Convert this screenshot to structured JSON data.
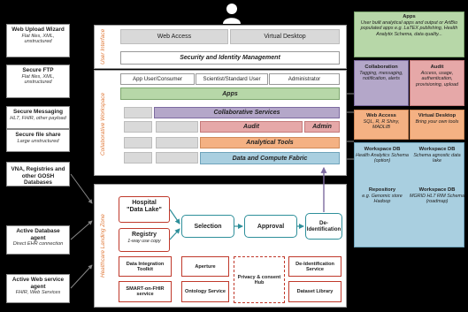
{
  "sources": [
    {
      "title": "Web Upload Wizard",
      "sub": [
        "Flat files, XML,",
        "unstructured"
      ]
    },
    {
      "title": "Secure FTP",
      "sub": [
        "Flat files, XML,",
        "unstructured"
      ]
    },
    {
      "title": "Secure Messaging",
      "sub": [
        "HL7, FHIR, other payload"
      ]
    },
    {
      "title": "Secure file share",
      "sub": [
        "Large unstructured"
      ]
    },
    {
      "title": "VNA, Registries and other GOSH Databases",
      "sub": []
    },
    {
      "title": "Active Database agent",
      "sub": [
        "Direct EHR connection"
      ]
    },
    {
      "title": "Active Web service agent",
      "sub": [
        "FHIR, Web Services"
      ]
    }
  ],
  "zones": {
    "user_interface": "User Interface",
    "collaborative_workspace": "Collaborative Workspace",
    "landing_zone": "Healthcare Landing Zone"
  },
  "ui": {
    "web_access": "Web Access",
    "virtual_desktop": "Virtual Desktop",
    "security": "Security and Identity Management"
  },
  "workspace": {
    "roles": [
      "App User/Consumer",
      "Scientist/Standard User",
      "Administrator"
    ],
    "apps": "Apps",
    "collab": "Collaborative Services",
    "audit": "Audit",
    "admin": "Admin",
    "analytical": "Analytical Tools",
    "fabric": "Data and Compute Fabric"
  },
  "landing": {
    "hospital_title": "Hospital",
    "hospital_sub": "\"Data Lake\"",
    "registry_title": "Registry",
    "registry_sub": "1-way use copy",
    "selection": "Selection",
    "approval": "Approval",
    "deid": "De-Identification",
    "services": [
      "Data Integration Toolkit",
      "Aperture",
      "Privacy & consent Hub",
      "De-Identification Service",
      "SMART-on-FHIR service",
      "Ontology Service",
      "Dataset Library"
    ]
  },
  "right": {
    "apps": {
      "title": "Apps",
      "desc": "User built analytical apps and output or ArtBio populated apps e.g. LaTEX publishing, Health Analytix Schema, data quality..."
    },
    "collaboration": {
      "title": "Collaboration",
      "desc": "Tagging, messaging, notification, alerts"
    },
    "audit": {
      "title": "Audit",
      "desc": "Access, usage, authentication, provisioning, upload"
    },
    "web_access": {
      "title": "Web Access",
      "desc": "SQL, R, R Shiny, MADLIB"
    },
    "virtual_desktop": {
      "title": "Virtual Desktop",
      "desc": "Bring your own tools"
    },
    "ws_db1": {
      "title": "Workspace DB",
      "desc": "Health Analytics Schema (option)"
    },
    "ws_db2": {
      "title": "Workspace DB",
      "desc": "Schema agnostic data lake"
    },
    "repository": {
      "title": "Repository",
      "desc": "e.g. Genomic store Hadoop"
    },
    "ws_db3": {
      "title": "Workspace DB",
      "desc": "MGRID HL7 RIM Schema (roadmap)"
    }
  },
  "colors": {
    "green": "#b7d7a8",
    "purple": "#b4a7c9",
    "salmon": "#f4b183",
    "blue": "#a9cfe0",
    "pink": "#e6a8a8",
    "red": "#c0392b",
    "teal": "#2e8f9a",
    "zone_label": "#e07a3a"
  },
  "icons": [
    "user-icon"
  ]
}
